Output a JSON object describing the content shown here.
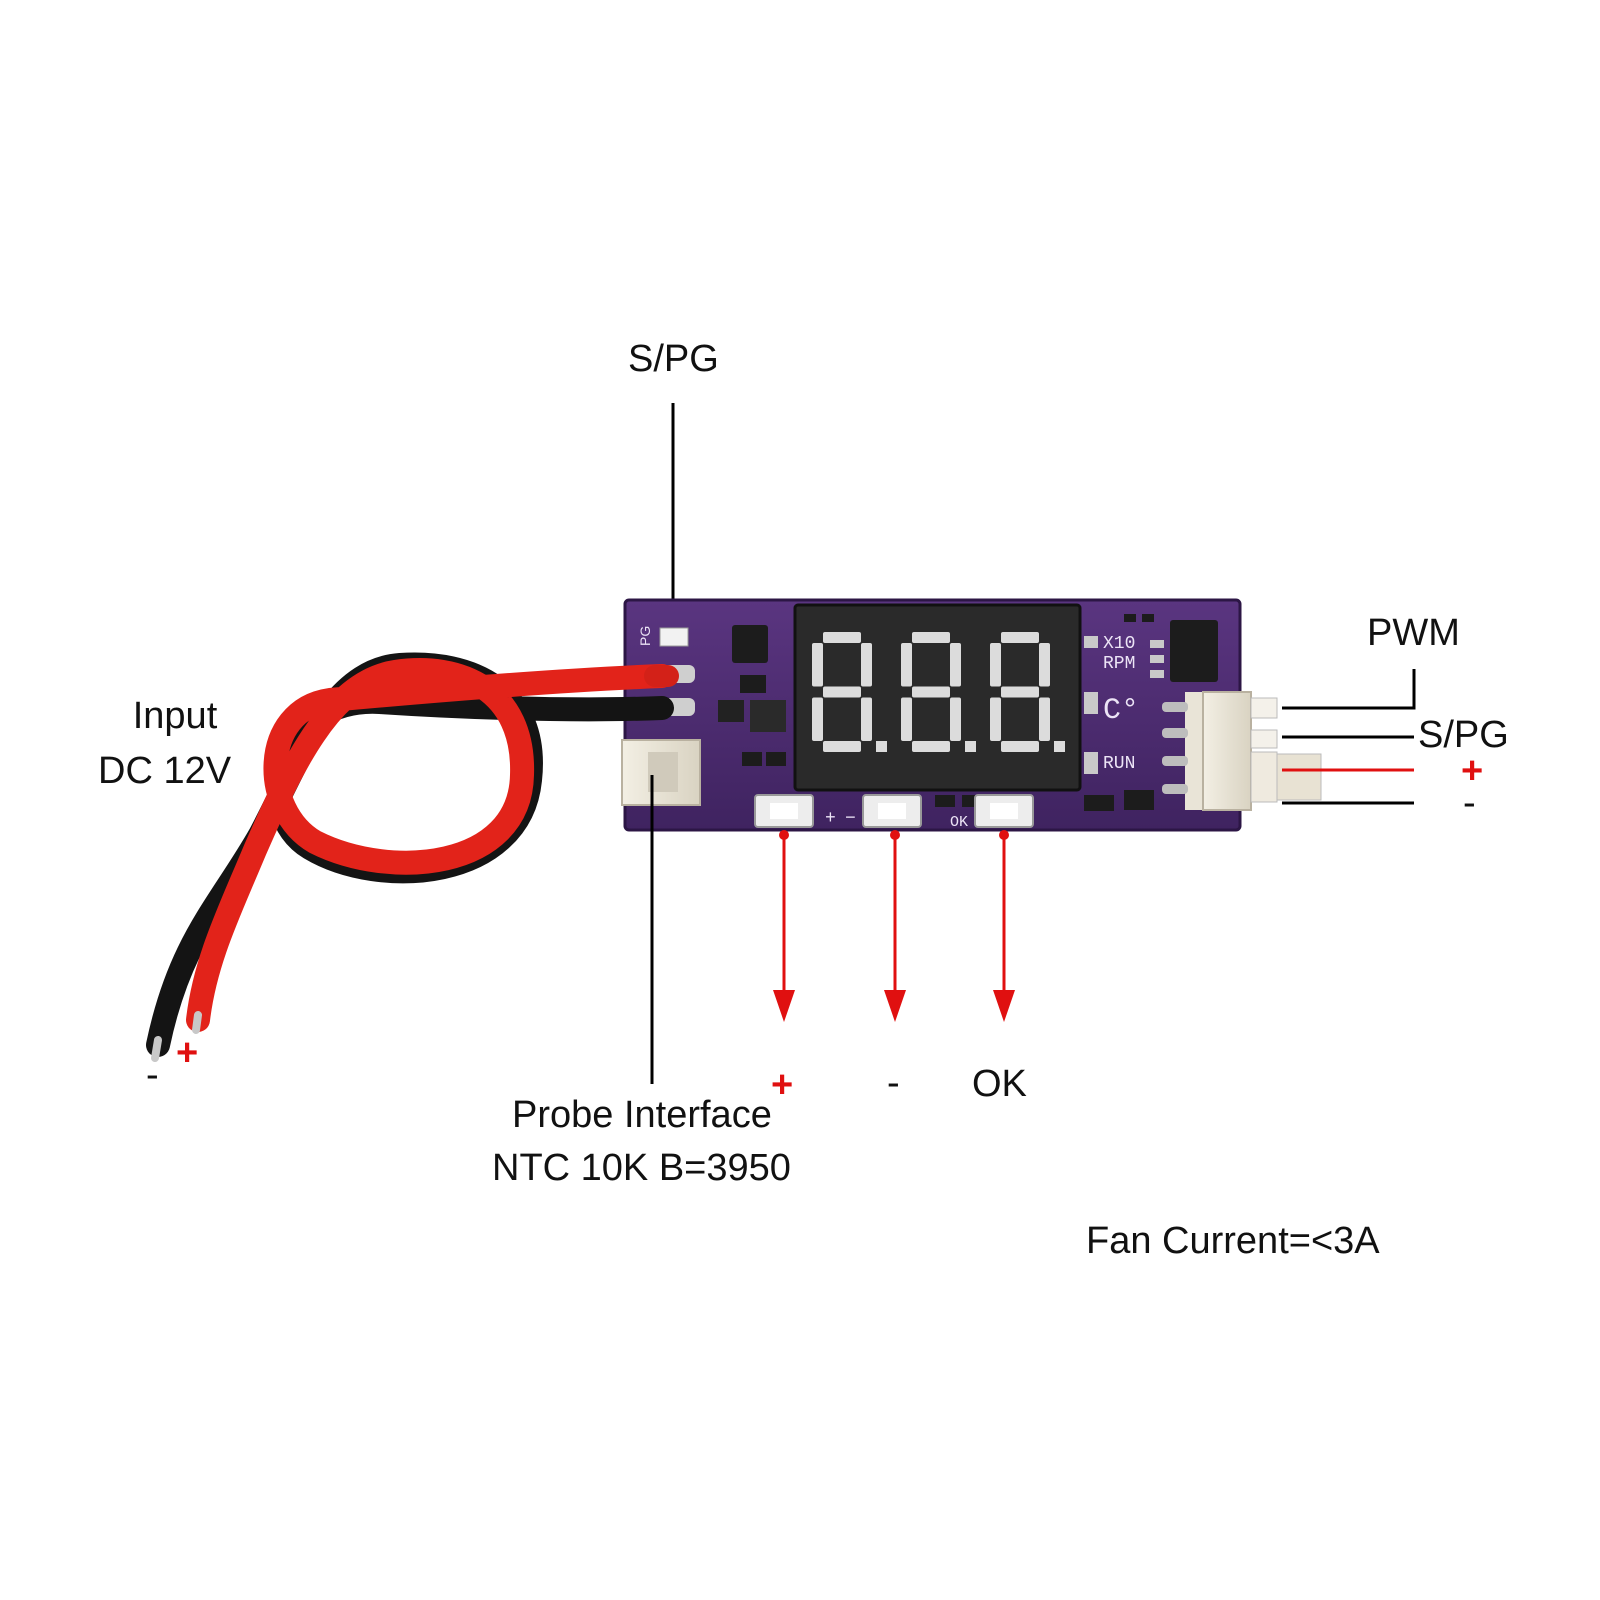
{
  "labels": {
    "top_spg": "S/PG",
    "input_line1": "Input",
    "input_line2": "DC 12V",
    "wire_minus": "-",
    "wire_plus": "+",
    "pwm": "PWM",
    "right_spg": "S/PG",
    "right_plus": "+",
    "right_minus": "-",
    "btn_plus": "+",
    "btn_minus": "-",
    "btn_ok": "OK",
    "probe_line1": "Probe Interface",
    "probe_line2": "NTC 10K B=3950",
    "fan_current": "Fan Current=<3A"
  },
  "board": {
    "silk_x10": "X10",
    "silk_rpm": "RPM",
    "silk_c": "C°",
    "silk_run": "RUN",
    "silk_pg": "PG",
    "silk_btn_plus": "+",
    "silk_btn_minus": "−",
    "silk_ok": "OK"
  },
  "display": {
    "digits": [
      "8.",
      "8.",
      "8."
    ]
  },
  "colors": {
    "pcb": "#4a2a6b",
    "wire_red": "#e2231a",
    "wire_black": "#1a1a1a",
    "arrow_red": "#e01010",
    "display_body": "#2a2a2a",
    "segment_off": "#dcdcdc"
  }
}
